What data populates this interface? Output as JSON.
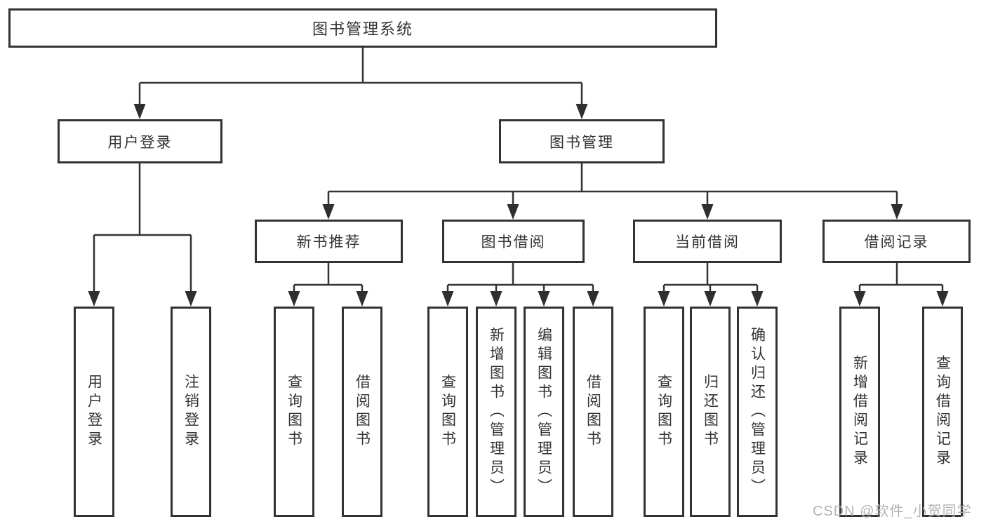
{
  "diagram_title": "图书管理系统",
  "tree": {
    "root": {
      "label": "图书管理系统"
    },
    "branches": [
      {
        "label": "用户登录",
        "children": [
          {
            "label": "用户登录"
          },
          {
            "label": "注销登录"
          }
        ]
      },
      {
        "label": "图书管理",
        "children": [
          {
            "label": "新书推荐",
            "children": [
              {
                "label": "查询图书"
              },
              {
                "label": "借阅图书"
              }
            ]
          },
          {
            "label": "图书借阅",
            "children": [
              {
                "label": "查询图书"
              },
              {
                "label": "新增图书（管理员）"
              },
              {
                "label": "编辑图书（管理员）"
              },
              {
                "label": "借阅图书"
              }
            ]
          },
          {
            "label": "当前借阅",
            "children": [
              {
                "label": "查询图书"
              },
              {
                "label": "归还图书"
              },
              {
                "label": "确认归还（管理员）"
              }
            ]
          },
          {
            "label": "借阅记录",
            "children": [
              {
                "label": "新增借阅记录"
              },
              {
                "label": "查询借阅记录"
              }
            ]
          }
        ]
      }
    ]
  },
  "watermark": {
    "text": "CSDN @软件_小贺同学"
  },
  "colors": {
    "line": "#333333",
    "box_border": "#333333",
    "text": "#333333",
    "watermark": "#b3b3b3",
    "background": "#ffffff"
  }
}
